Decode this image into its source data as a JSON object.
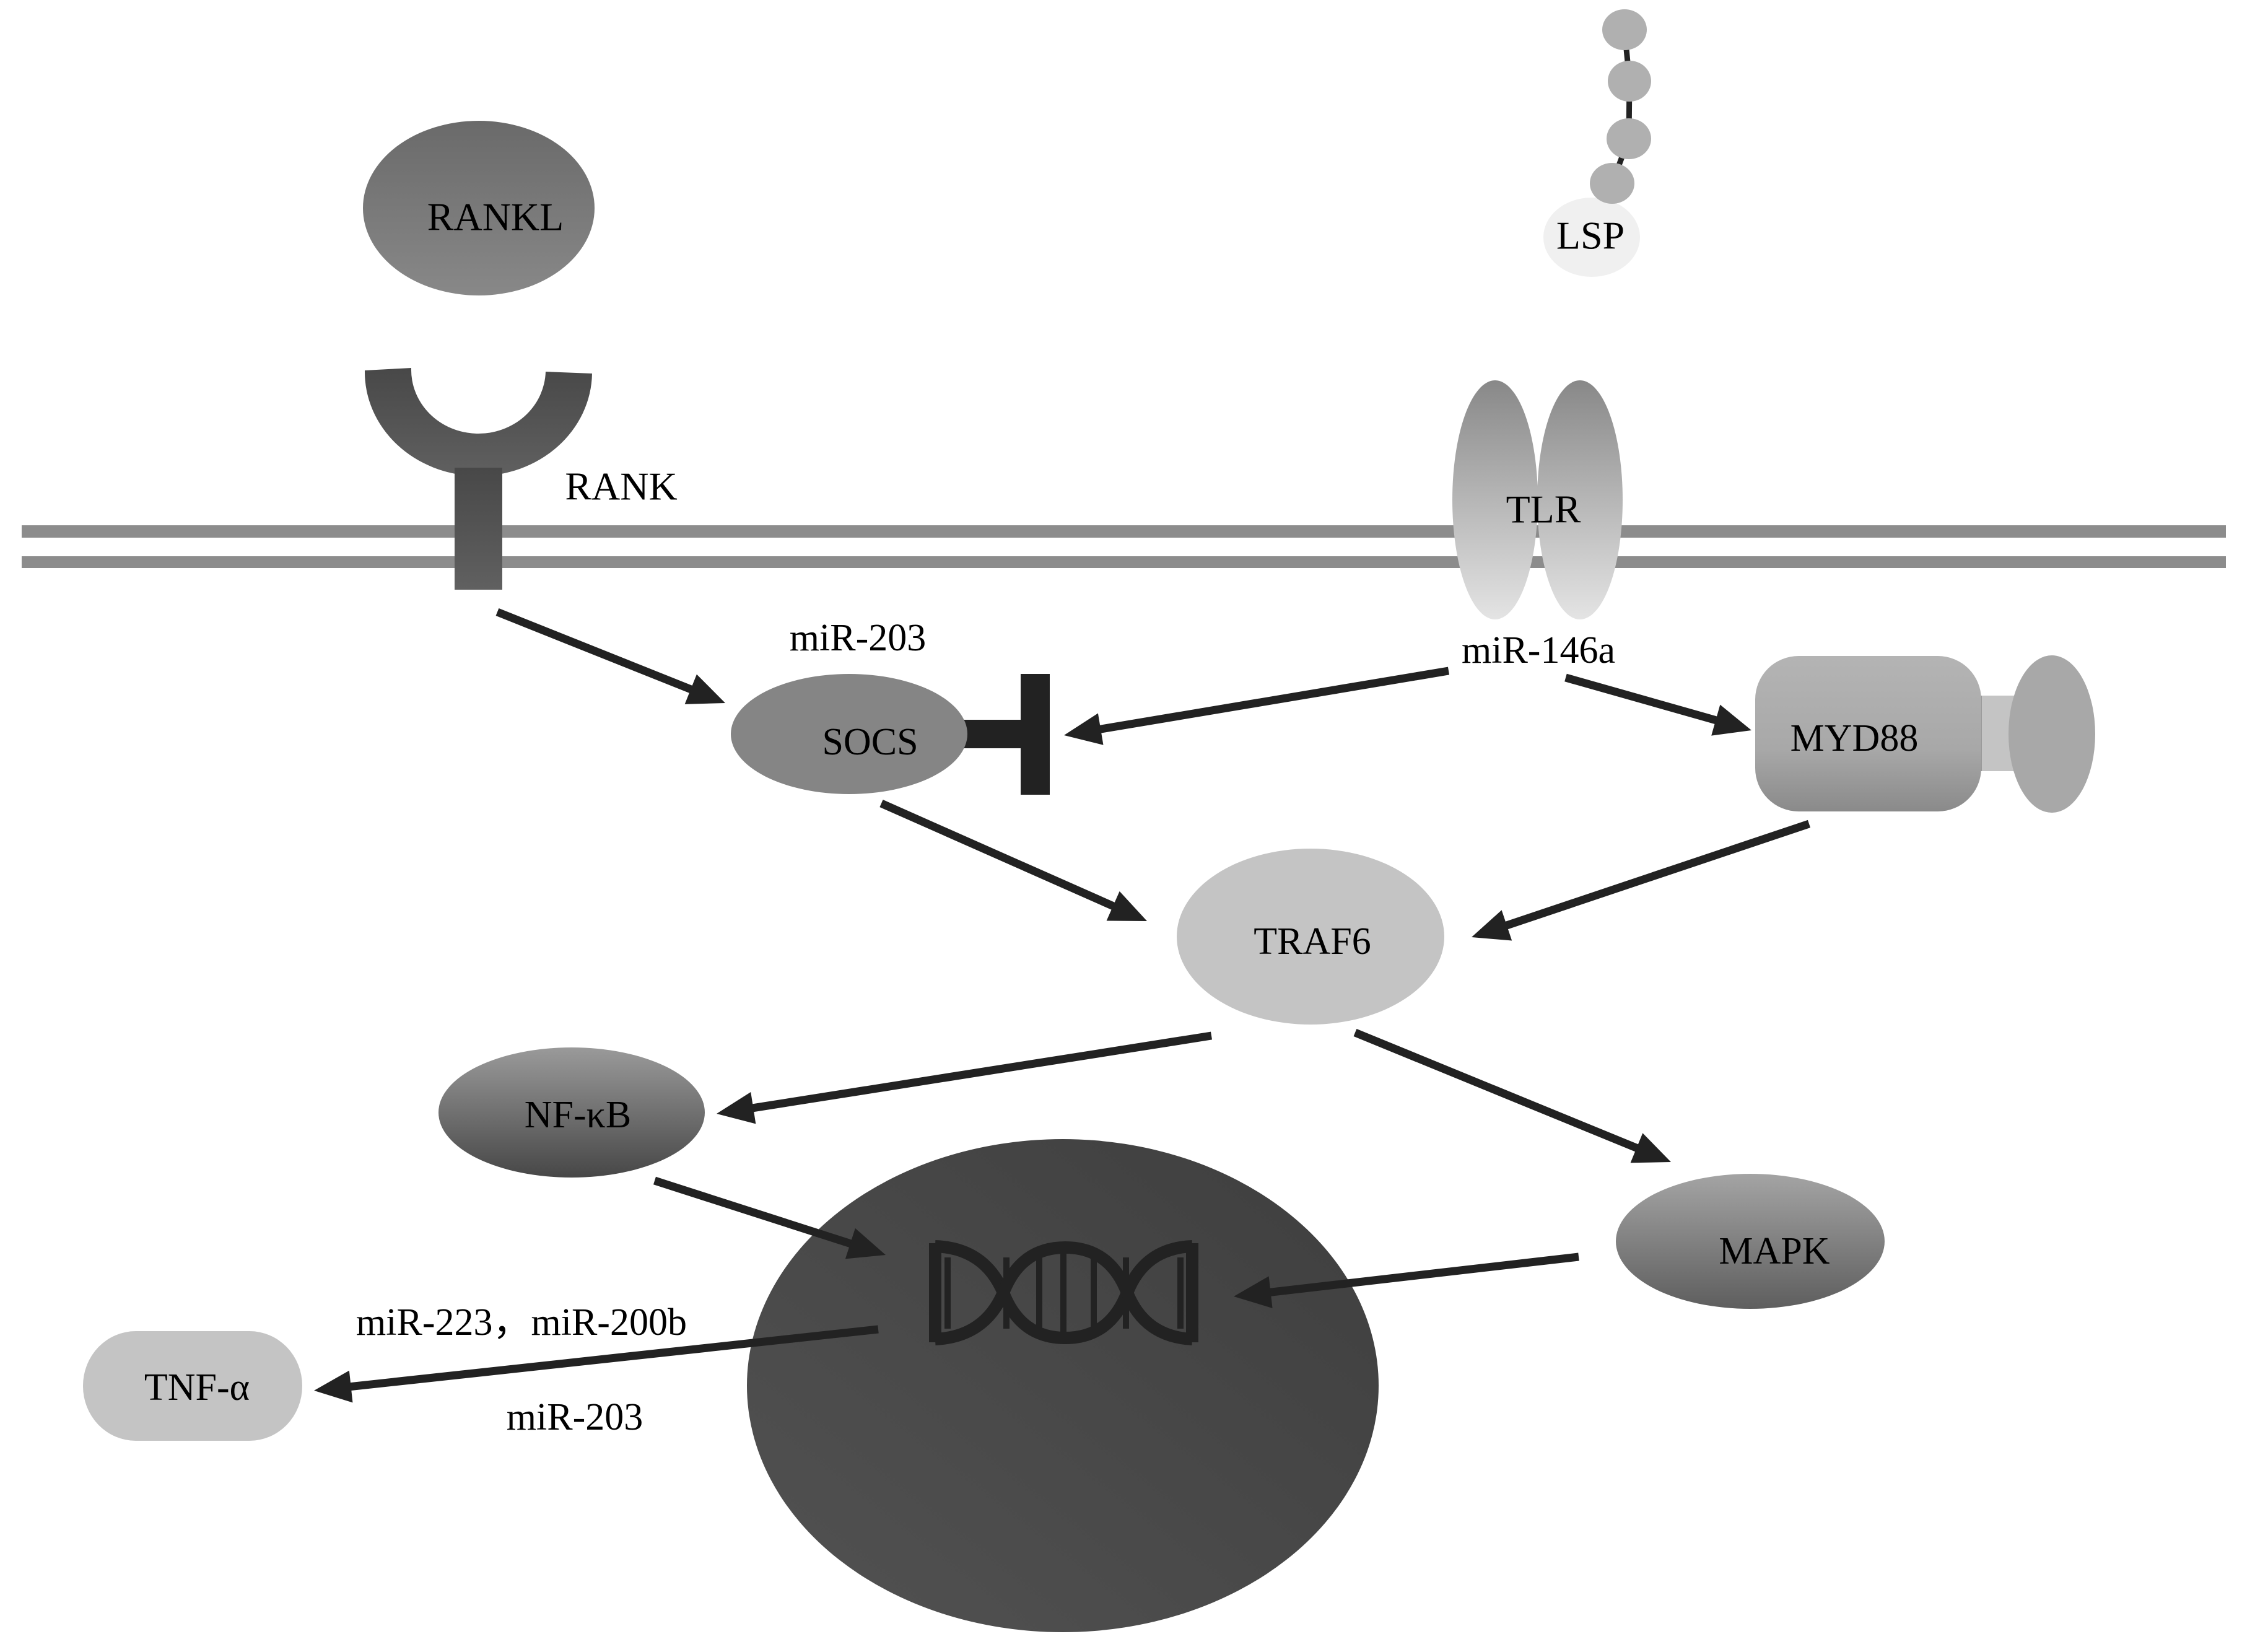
{
  "diagram": {
    "title": "RANKL/RANK and LPS/TLR signaling pathway regulated by miRNAs",
    "colors": {
      "membrane": "#8c8c8c",
      "arrow": "#222222",
      "receptor_rank": "#505050",
      "nucleus": "#464646",
      "dna": "#222222"
    },
    "nodes": {
      "rankl": "RANKL",
      "rank": "RANK",
      "lsp": "LSP",
      "tlr": "TLR",
      "socs": "SOCS",
      "myd88": "MYD88",
      "traf6": "TRAF6",
      "nfkb": "NF-κB",
      "mapk": "MAPK",
      "tnfa": "TNF-α"
    },
    "mirna_labels": {
      "mir203_socs": "miR-203",
      "mir146a": "miR-146a",
      "mir223_200b": "miR-223，miR-200b",
      "mir203_tnf": "miR-203"
    },
    "edges": [
      {
        "from": "RANK",
        "to": "SOCS",
        "type": "activation"
      },
      {
        "from": "miR-146a",
        "to": "SOCS",
        "type": "inhibition"
      },
      {
        "from": "miR-146a",
        "to": "MYD88",
        "type": "activation"
      },
      {
        "from": "SOCS",
        "to": "TRAF6",
        "type": "activation"
      },
      {
        "from": "MYD88",
        "to": "TRAF6",
        "type": "activation"
      },
      {
        "from": "TRAF6",
        "to": "NF-κB",
        "type": "activation"
      },
      {
        "from": "TRAF6",
        "to": "MAPK",
        "type": "activation"
      },
      {
        "from": "NF-κB",
        "to": "DNA",
        "type": "activation"
      },
      {
        "from": "MAPK",
        "to": "DNA",
        "type": "activation"
      },
      {
        "from": "DNA",
        "to": "TNF-α",
        "type": "activation"
      }
    ]
  }
}
